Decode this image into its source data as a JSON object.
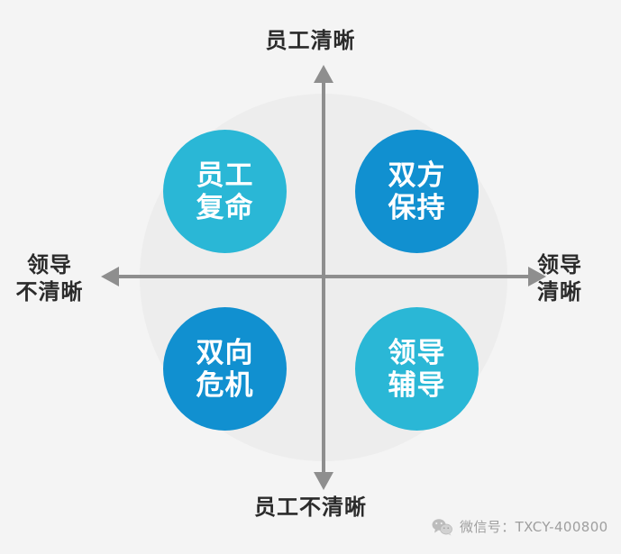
{
  "diagram": {
    "title_axes": {
      "top": "员工清晰",
      "bottom": "员工不清晰",
      "left_line1": "领导",
      "left_line2": "不清晰",
      "right_line1": "领导",
      "right_line2": "清晰"
    },
    "quadrants": [
      {
        "position": "top-left",
        "line1": "员工",
        "line2": "复命",
        "color": "#2ab7d6"
      },
      {
        "position": "top-right",
        "line1": "双方",
        "line2": "保持",
        "color": "#1190d0"
      },
      {
        "position": "bottom-left",
        "line1": "双向",
        "line2": "危机",
        "color": "#1190d0"
      },
      {
        "position": "bottom-right",
        "line1": "领导",
        "line2": "辅导",
        "color": "#2ab7d6"
      }
    ],
    "colors": {
      "background": "#f4f4f4",
      "backdrop_circle": "#ededed",
      "axis": "#8e8e8e",
      "label_text": "#2b2b2b",
      "bubble_text": "#ffffff",
      "accent_cyan": "#2ab7d6",
      "accent_blue": "#1190d0"
    }
  },
  "watermark": {
    "icon": "wechat-icon",
    "text": "微信号：TXCY-400800"
  }
}
